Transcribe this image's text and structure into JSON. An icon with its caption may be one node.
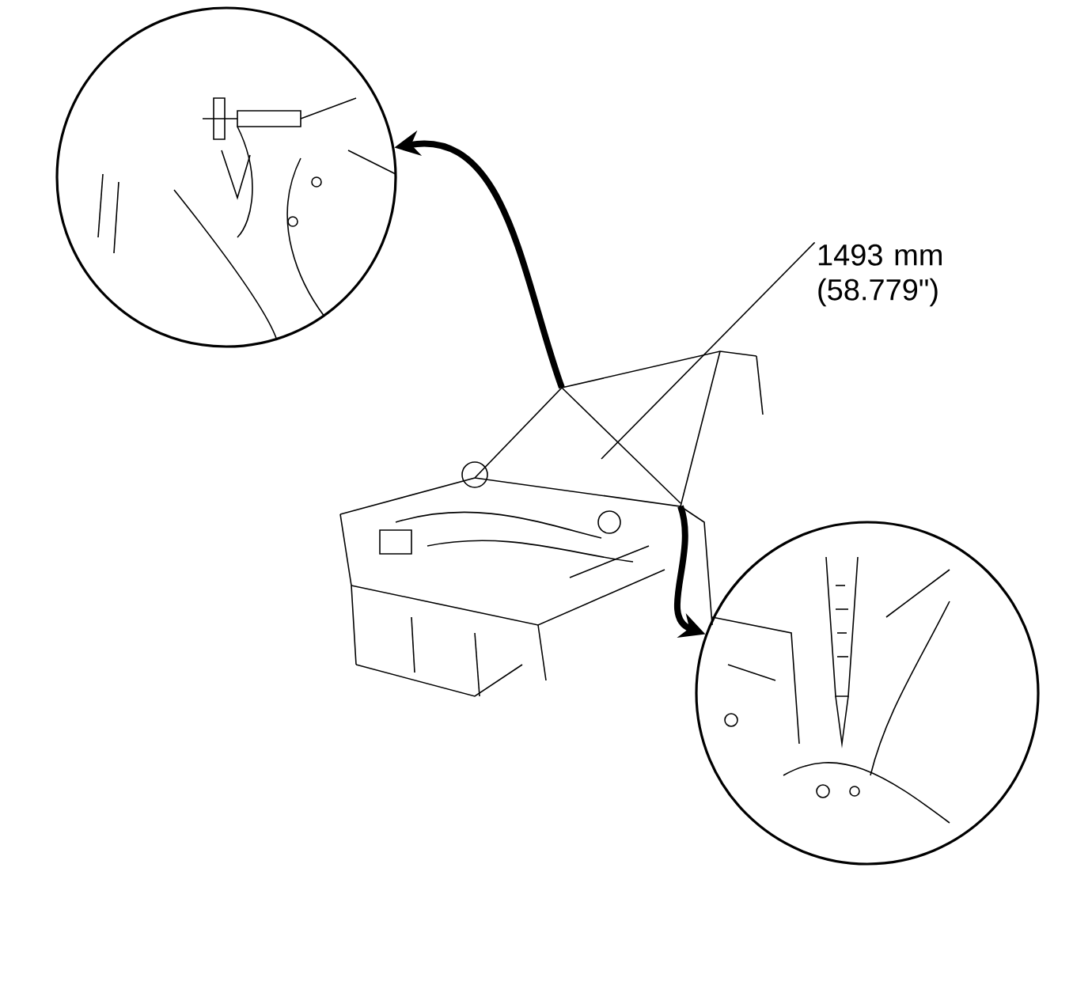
{
  "diagram": {
    "nodes": [
      {
        "text": [],
        "shape": "picture"
      },
      {
        "text": [
          "1493 mm (58.779\")"
        ]
      },
      {
        "text": [],
        "shape": "picture"
      },
      {
        "text": [],
        "shape": "picture"
      }
    ],
    "edges": [
      {
        "from": 2,
        "to": 0,
        "arrow": "to"
      },
      {
        "from": 1,
        "to": 2,
        "arrow": "none"
      },
      {
        "from": 2,
        "to": 3,
        "arrow": "to"
      }
    ]
  }
}
